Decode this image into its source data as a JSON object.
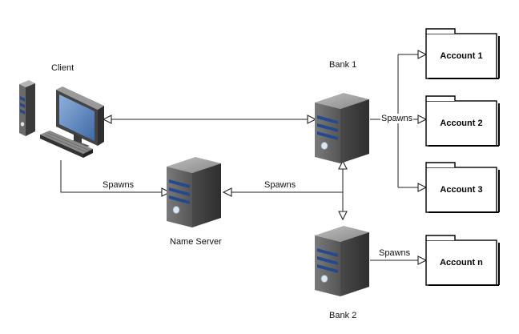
{
  "nodes": {
    "client": {
      "label": "Client"
    },
    "bank1": {
      "label": "Bank 1"
    },
    "bank2": {
      "label": "Bank 2"
    },
    "name_server": {
      "label": "Name Server"
    }
  },
  "accounts": [
    {
      "label": "Account 1"
    },
    {
      "label": "Account 2"
    },
    {
      "label": "Account 3"
    },
    {
      "label": "Account n"
    }
  ],
  "edges": {
    "client_to_nameserver": "Spawns",
    "bank_to_nameserver": "Spawns",
    "bank1_to_accounts": "Spawns",
    "bank2_to_accounts": "Spawns"
  },
  "colors": {
    "server_face": "#5a5a5a",
    "server_side": "#3a3a3a",
    "server_stripe": "#2d4f8f",
    "monitor_screen": "#5b7fb4",
    "line": "#222222"
  }
}
